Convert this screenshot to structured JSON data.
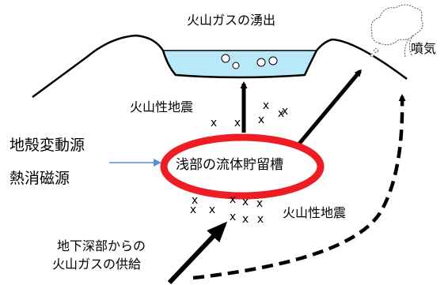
{
  "labels": {
    "gas_outflow": "火山ガスの湧出",
    "fumarole": "噴気",
    "quake_upper": "火山性地震",
    "crustal_source": "地殻変動源",
    "demag_source": "熱消磁源",
    "reservoir": "浅部の流体貯留槽",
    "quake_lower": "火山性地震",
    "supply_line1": "地下深部からの",
    "supply_line2": "火山ガスの供給"
  },
  "quake_marker": "x",
  "colors": {
    "lake_fill": "#b9e9f8",
    "reservoir_ring": "#ee1c24",
    "source_arrow": "#5b8fd6",
    "line": "#000000"
  },
  "icons": [
    "fumarole-cloud-icon",
    "gas-bubble-icon"
  ]
}
